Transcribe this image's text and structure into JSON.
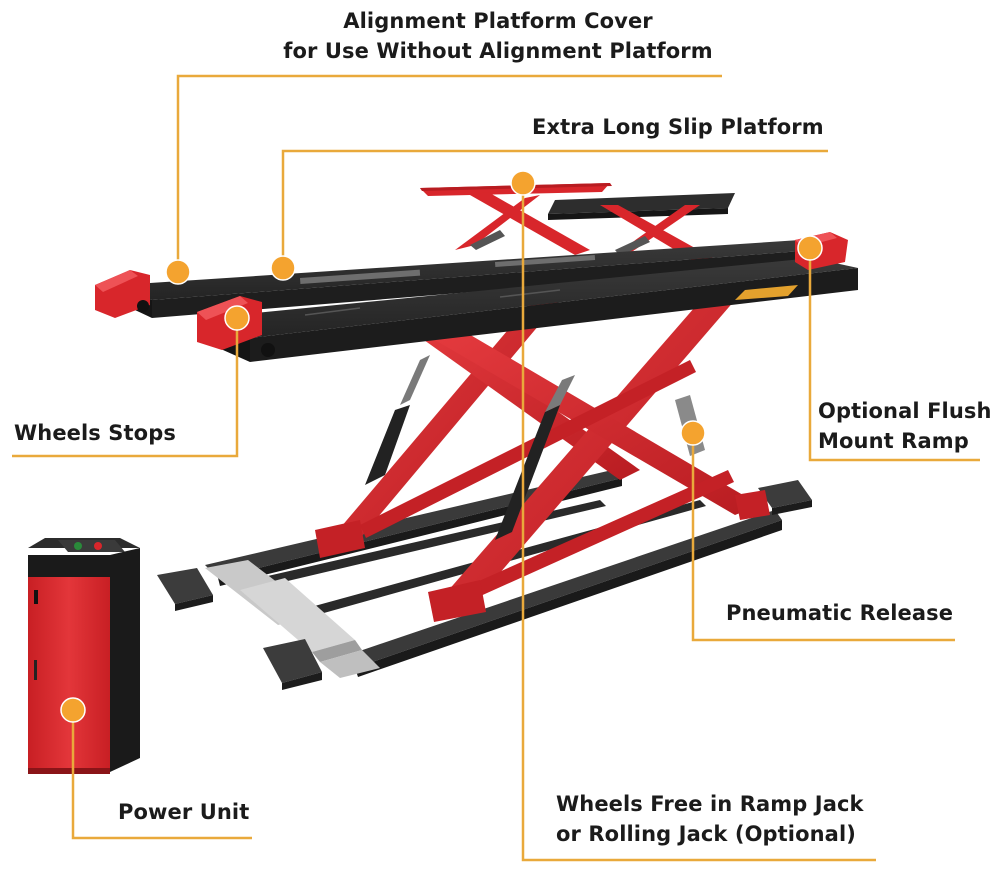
{
  "colors": {
    "leader": "#e9a93b",
    "dot": "#f4a32f",
    "lift_red": "#d8262b",
    "lift_red_dark": "#a3181c",
    "platform": "#2c2c2c",
    "platform_side": "#1c1c1c",
    "text": "#1b1b1b"
  },
  "callouts": {
    "alignment_cover": {
      "line1": "Alignment Platform Cover",
      "line2": "for Use Without Alignment Platform"
    },
    "slip_platform": {
      "label": "Extra Long Slip Platform"
    },
    "wheel_stops": {
      "label": "Wheels Stops"
    },
    "flush_ramp": {
      "line1": "Optional Flush",
      "line2": "Mount Ramp"
    },
    "pneumatic_release": {
      "label": "Pneumatic Release"
    },
    "power_unit": {
      "label": "Power Unit"
    },
    "wheels_free": {
      "line1": "Wheels Free in Ramp Jack",
      "line2": "or Rolling Jack (Optional)"
    }
  }
}
